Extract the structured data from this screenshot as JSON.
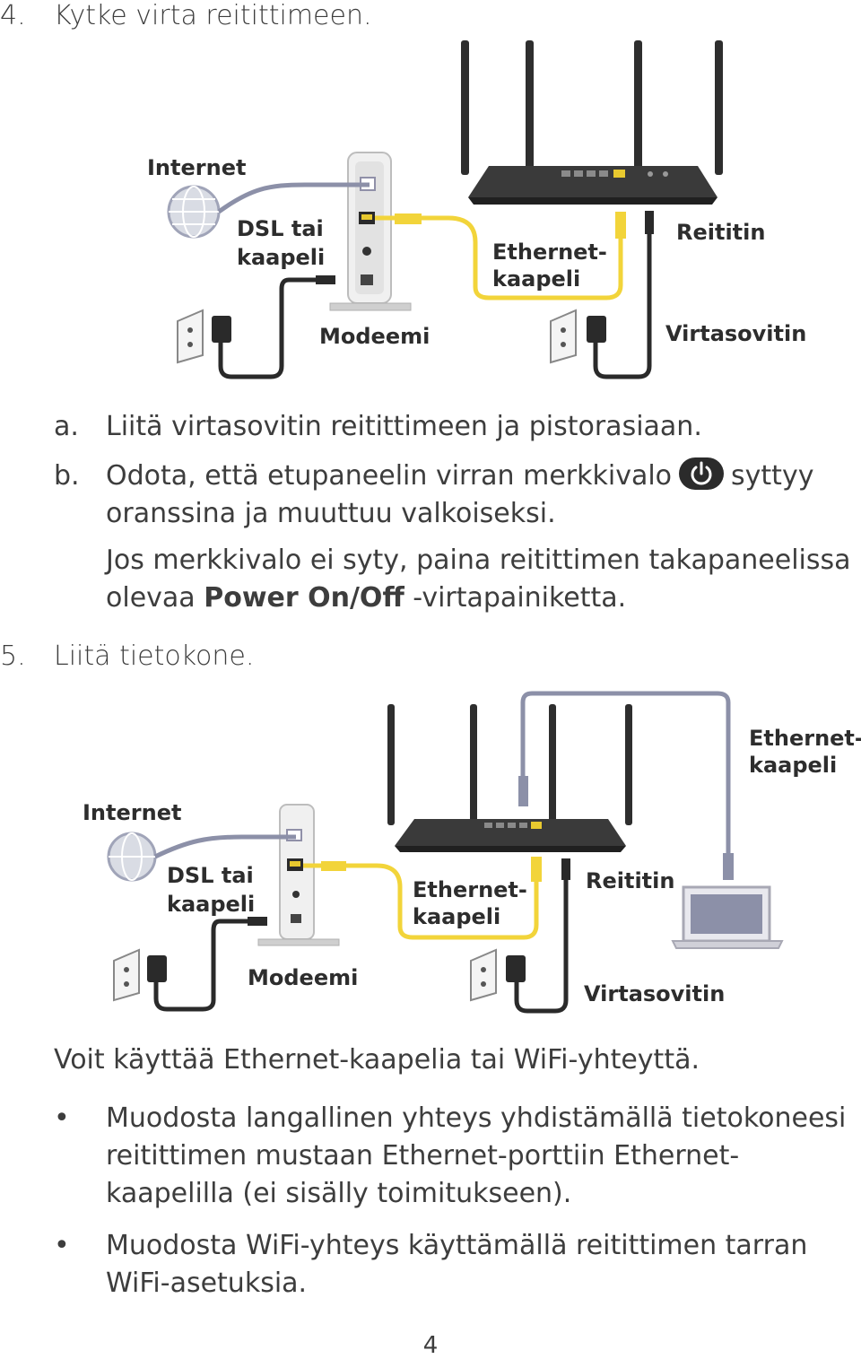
{
  "steps": {
    "step4": {
      "num": "4.",
      "text": "Kytke virta reitittimeen."
    },
    "step5": {
      "num": "5.",
      "text": "Liitä tietokone."
    }
  },
  "diagram1": {
    "internet": "Internet",
    "dsl_line1": "DSL tai",
    "dsl_line2": "kaapeli",
    "ethernet_line1": "Ethernet-",
    "ethernet_line2": "kaapeli",
    "router": "Reititin",
    "modem": "Modeemi",
    "adapter": "Virtasovitin"
  },
  "substeps": {
    "a": {
      "label": "a.",
      "text": "Liitä virtasovitin reitittimeen ja pistorasiaan."
    },
    "b": {
      "label": "b.",
      "text_before": "Odota, että etupaneelin virran merkkivalo",
      "text_after": "syttyy",
      "line2": "oranssina ja muuttuu valkoiseksi.",
      "note_line1": "Jos merkkivalo ei syty, paina reitittimen takapaneelissa",
      "note_prefix": "olevaa",
      "note_bold": "Power On/Off",
      "note_suffix": "-virtapainiketta."
    }
  },
  "diagram2": {
    "internet": "Internet",
    "dsl_line1": "DSL tai",
    "dsl_line2": "kaapeli",
    "ethernet_mid_line1": "Ethernet-",
    "ethernet_mid_line2": "kaapeli",
    "ethernet_top_line1": "Ethernet-",
    "ethernet_top_line2": "kaapeli",
    "router": "Reititin",
    "modem": "Modeemi",
    "adapter": "Virtasovitin"
  },
  "body": {
    "intro": "Voit käyttää Ethernet-kaapelia tai WiFi-yhteyttä.",
    "bullets": [
      {
        "dot": "•",
        "text": "Muodosta langallinen yhteys yhdistämällä tietokoneesi reitittimen mustaan Ethernet-porttiin Ethernet-kaapelilla (ei sisälly toimitukseen)."
      },
      {
        "dot": "•",
        "text": "Muodosta WiFi-yhteys käyttämällä reitittimen tarran WiFi-asetuksia."
      }
    ]
  },
  "page_number": "4",
  "colors": {
    "ethernet_cable": "#f2d43a",
    "dsl_cable": "#8c90a8",
    "power_cable": "#2a2a2a",
    "router_body": "#3c3c3c"
  }
}
